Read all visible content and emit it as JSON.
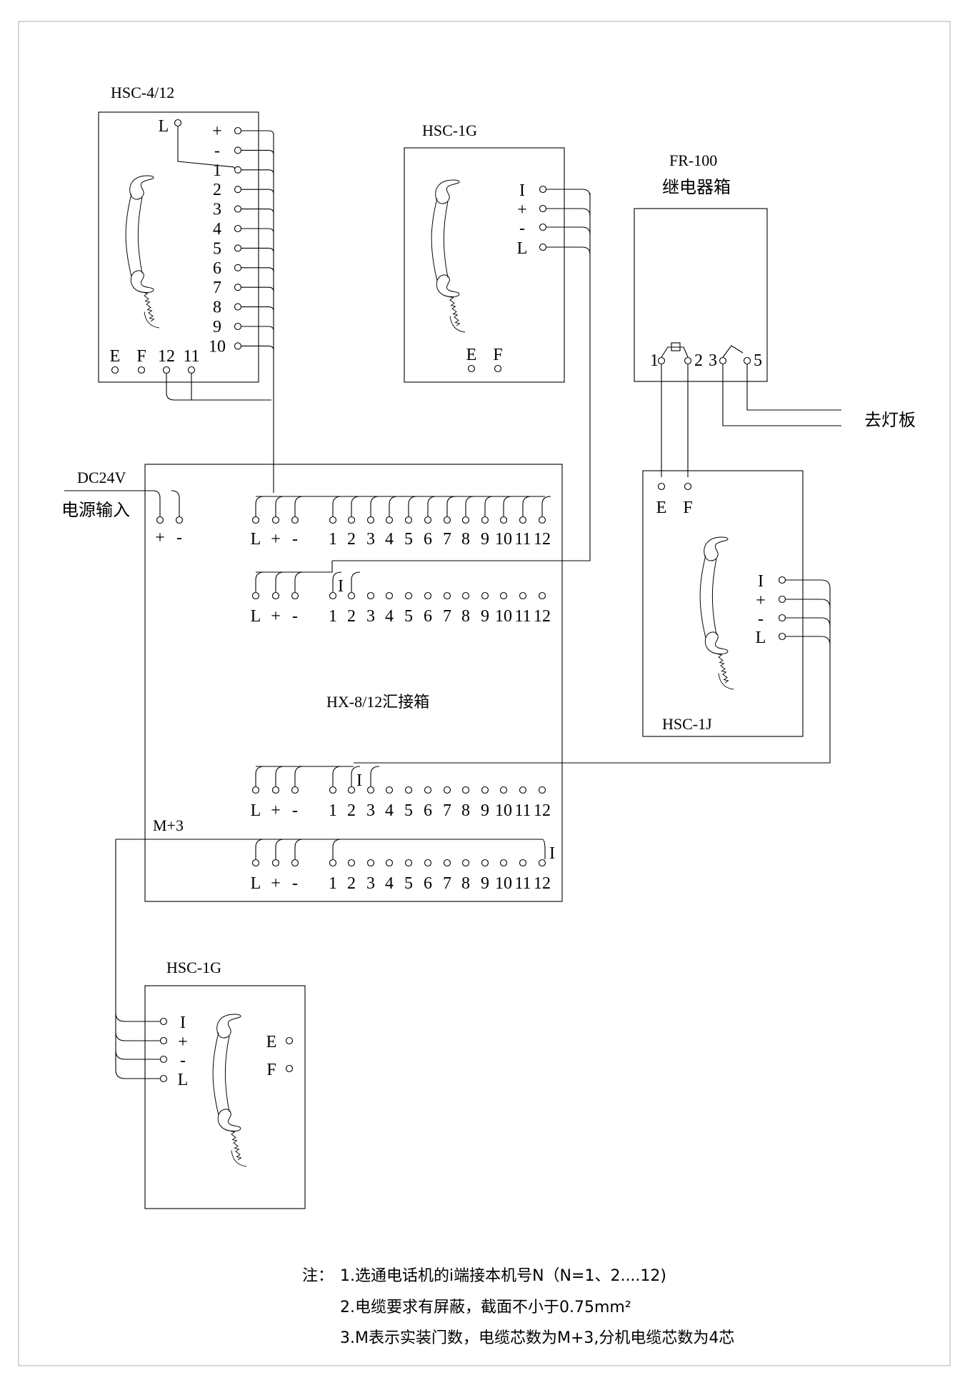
{
  "devices": {
    "hsc4_12": {
      "title": "HSC-4/12",
      "label_L": "L",
      "right_terminals": [
        "+",
        "-",
        "1",
        "2",
        "3",
        "4",
        "5",
        "6",
        "7",
        "8",
        "9",
        "10"
      ],
      "bottom_terminals": [
        "E",
        "F",
        "12",
        "11"
      ]
    },
    "hsc1g_top": {
      "title": "HSC-1G",
      "right_terminals": [
        "I",
        "+",
        "-",
        "L"
      ],
      "bottom_terminals": [
        "E",
        "F"
      ]
    },
    "fr100": {
      "title": "FR-100",
      "subtitle": "继电器箱",
      "terminals": [
        "1",
        "2",
        "3",
        "5"
      ],
      "out_label": "去灯板"
    },
    "hsc1j": {
      "title": "HSC-1J",
      "top_terminals": [
        "E",
        "F"
      ],
      "right_terminals": [
        "I",
        "+",
        "-",
        "L"
      ]
    },
    "hx_box": {
      "title": "HX-8/12汇接箱",
      "power_label_1": "DC24V",
      "power_label_2": "电源输入",
      "power_terminals": [
        "+",
        "-"
      ],
      "row_terminals": [
        "L",
        "+",
        "-",
        "1",
        "2",
        "3",
        "4",
        "5",
        "6",
        "7",
        "8",
        "9",
        "10",
        "11",
        "12"
      ],
      "row_I_label": "I",
      "bus_label": "M+3"
    },
    "hsc1g_bottom": {
      "title": "HSC-1G",
      "left_terminals": [
        "I",
        "+",
        "-",
        "L"
      ],
      "right_terminals": [
        "E",
        "F"
      ]
    }
  },
  "notes": {
    "prefix": "注：",
    "lines": [
      "1.选通电话机的i端接本机号N（N=1、2....12)",
      "2.电缆要求有屏蔽，截面不小于0.75mm²",
      "3.M表示实装门数，电缆芯数为M+3,分机电缆芯数为4芯"
    ]
  }
}
